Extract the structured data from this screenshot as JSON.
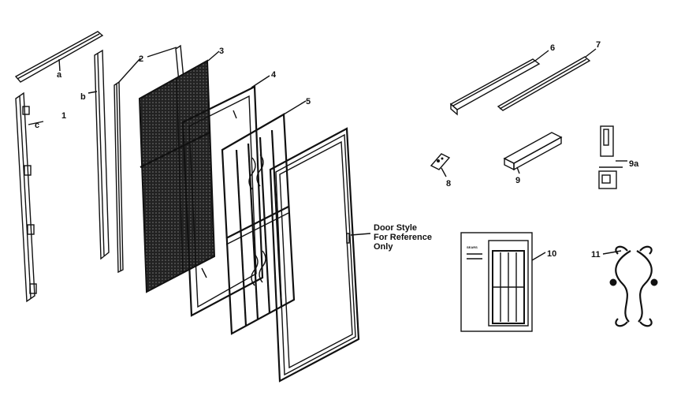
{
  "labels": {
    "a": "a",
    "b": "b",
    "c": "c",
    "p1": "1",
    "p2": "2",
    "p3": "3",
    "p4": "4",
    "p5": "5",
    "p6": "6",
    "p7": "7",
    "p8": "8",
    "p9": "9",
    "p9a": "9a",
    "p10": "10",
    "p11": "11"
  },
  "note": {
    "line1": "Door Style",
    "line2": "For Reference",
    "line3": "Only"
  },
  "booklet": {
    "brand": "SEARS"
  }
}
